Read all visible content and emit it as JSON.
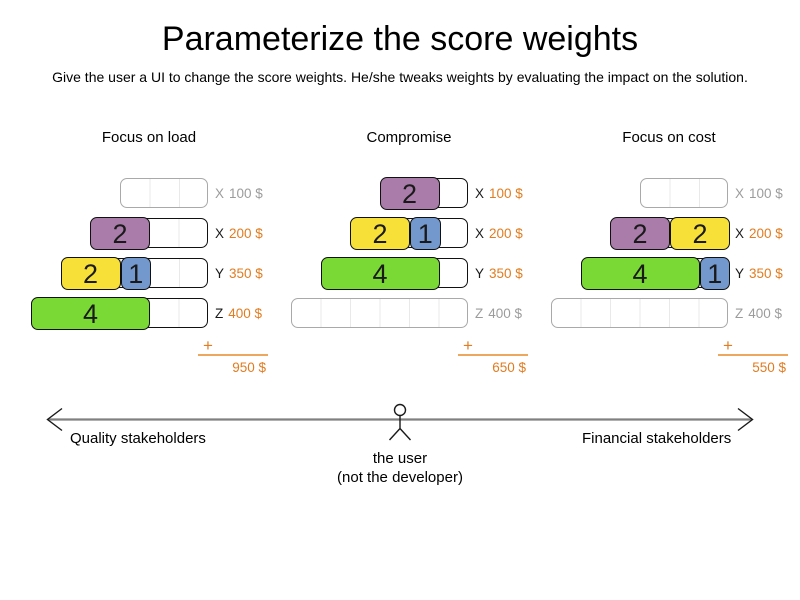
{
  "title": "Parameterize the score weights",
  "subtitle": "Give the user a UI to change the score weights. He/she tweaks weights by evaluating the impact on the solution.",
  "colors": {
    "purple": "#aa7caa",
    "yellow": "#f7e139",
    "blue": "#7398cd",
    "green": "#7bd936",
    "orange": "#e07c21",
    "sum_line": "#eda75f",
    "grey_text": "#9c9c9c",
    "grey_border": "#a9a9a9",
    "tick": "#e9e9e9",
    "arrow_shaft": "#808080",
    "arrow_head": "#1a1a1a"
  },
  "columns": [
    {
      "title": "Focus on load",
      "rows": [
        {
          "units": 3,
          "active": false,
          "blocks": [],
          "label_letter": "X",
          "label_value": "100 $"
        },
        {
          "units": 4,
          "active": true,
          "blocks": [
            {
              "label": "2",
              "units": 2,
              "color": "purple"
            }
          ],
          "label_letter": "X",
          "label_value": "200 $"
        },
        {
          "units": 5,
          "active": true,
          "blocks": [
            {
              "label": "2",
              "units": 2,
              "color": "yellow"
            },
            {
              "label": "1",
              "units": 1,
              "color": "blue"
            }
          ],
          "label_letter": "Y",
          "label_value": "350 $"
        },
        {
          "units": 6,
          "active": true,
          "blocks": [
            {
              "label": "4",
              "units": 4,
              "color": "green"
            }
          ],
          "label_letter": "Z",
          "label_value": "400 $"
        }
      ],
      "plus_sign": "+",
      "total": "950 $"
    },
    {
      "title": "Compromise",
      "rows": [
        {
          "units": 3,
          "active": true,
          "blocks": [
            {
              "label": "2",
              "units": 2,
              "color": "purple"
            }
          ],
          "label_letter": "X",
          "label_value": "100 $"
        },
        {
          "units": 4,
          "active": true,
          "blocks": [
            {
              "label": "2",
              "units": 2,
              "color": "yellow"
            },
            {
              "label": "1",
              "units": 1,
              "color": "blue"
            }
          ],
          "label_letter": "X",
          "label_value": "200 $"
        },
        {
          "units": 5,
          "active": true,
          "blocks": [
            {
              "label": "4",
              "units": 4,
              "color": "green"
            }
          ],
          "label_letter": "Y",
          "label_value": "350 $"
        },
        {
          "units": 6,
          "active": false,
          "blocks": [],
          "label_letter": "Z",
          "label_value": "400 $"
        }
      ],
      "plus_sign": "+",
      "total": "650 $"
    },
    {
      "title": "Focus on cost",
      "rows": [
        {
          "units": 3,
          "active": false,
          "blocks": [],
          "label_letter": "X",
          "label_value": "100 $"
        },
        {
          "units": 4,
          "active": true,
          "blocks": [
            {
              "label": "2",
              "units": 2,
              "color": "purple"
            },
            {
              "label": "2",
              "units": 2,
              "color": "yellow"
            }
          ],
          "label_letter": "X",
          "label_value": "200 $"
        },
        {
          "units": 5,
          "active": true,
          "blocks": [
            {
              "label": "4",
              "units": 4,
              "color": "green"
            },
            {
              "label": "1",
              "units": 1,
              "color": "blue"
            }
          ],
          "label_letter": "Y",
          "label_value": "350 $"
        },
        {
          "units": 6,
          "active": false,
          "blocks": [],
          "label_letter": "Z",
          "label_value": "400 $"
        }
      ],
      "plus_sign": "+",
      "total": "550 $"
    }
  ],
  "axis": {
    "left_label": "Quality stakeholders",
    "right_label": "Financial stakeholders",
    "user_caption_line1": "the user",
    "user_caption_line2": "(not the developer)"
  }
}
